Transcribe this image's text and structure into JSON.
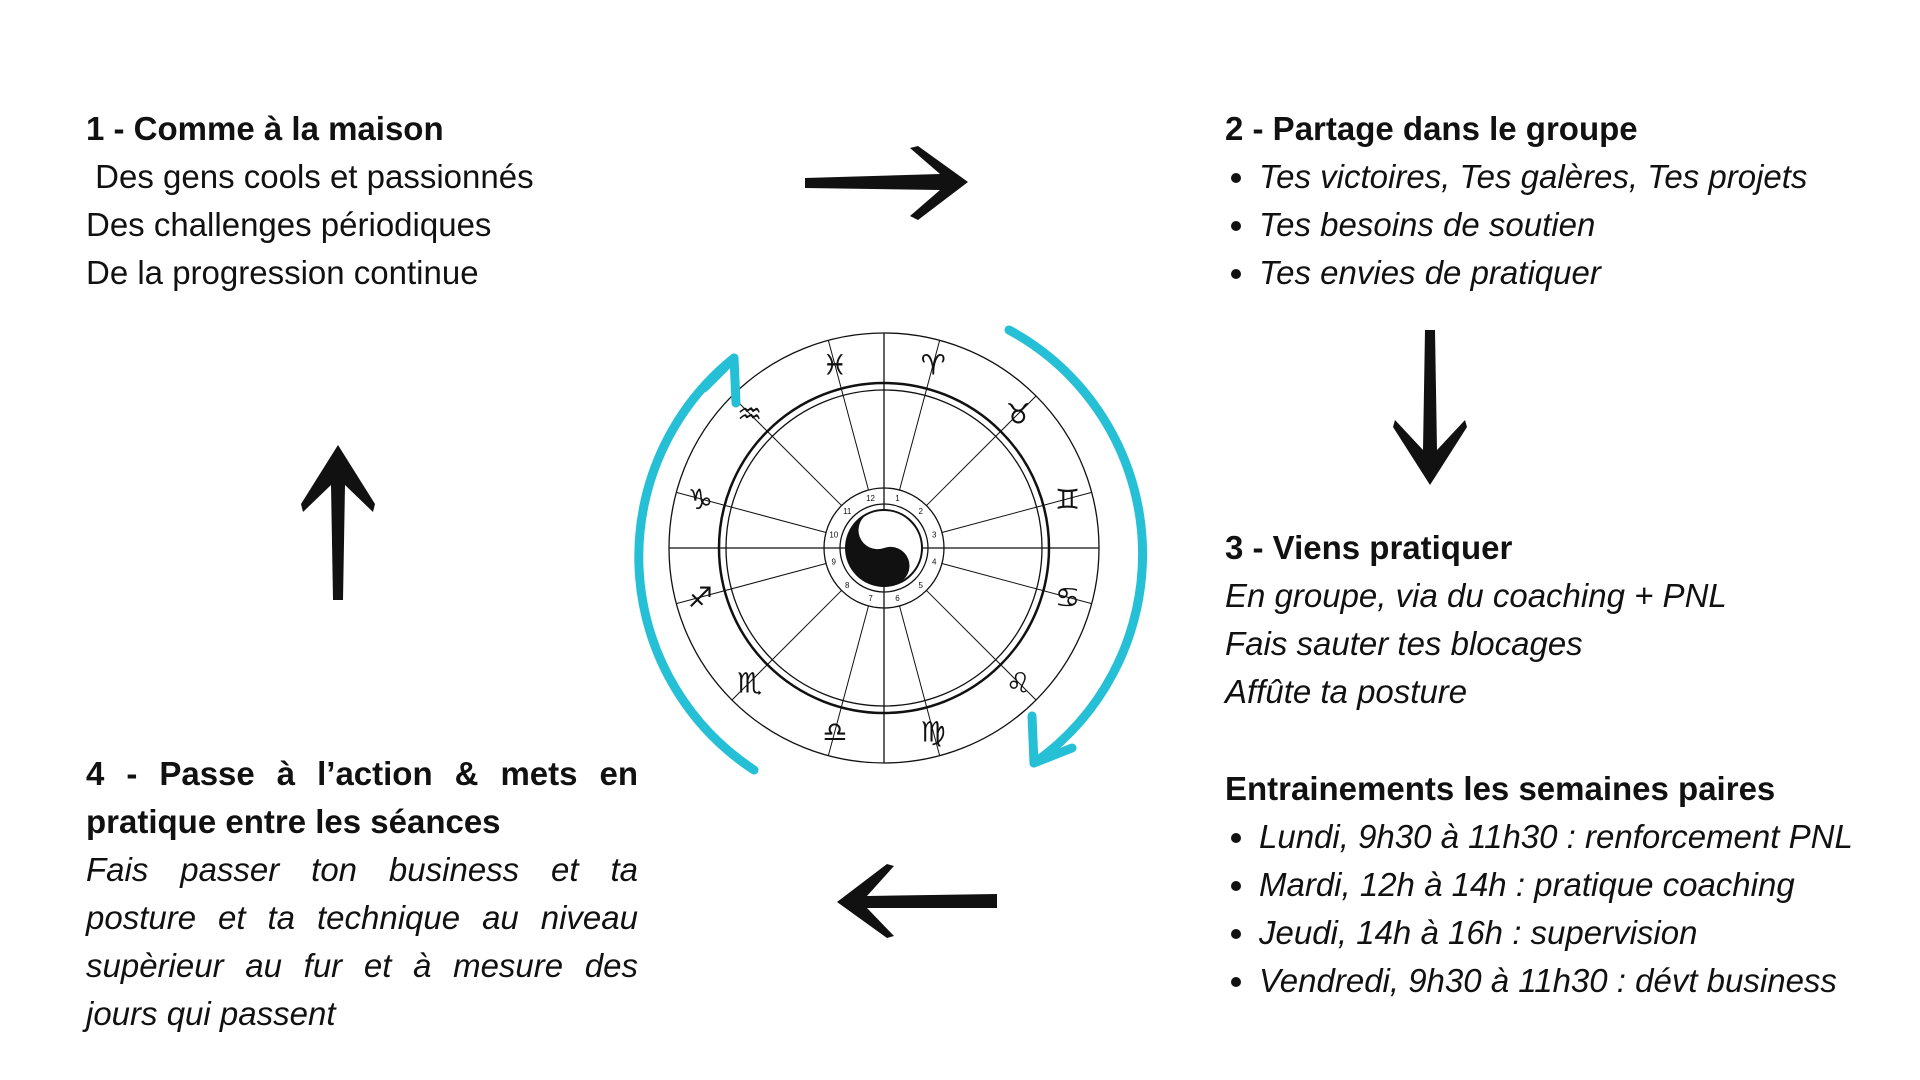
{
  "step1": {
    "title": "1 -  Comme à la maison",
    "lines": [
      " Des gens cools et passionnés",
      "Des challenges périodiques",
      "De la progression continue"
    ]
  },
  "step2": {
    "title": "2 - Partage dans le groupe",
    "bullets": [
      "Tes victoires, Tes galères, Tes projets",
      "Tes besoins de soutien",
      "Tes envies de pratiquer"
    ]
  },
  "step3": {
    "title": "3 - Viens pratiquer",
    "lines": [
      "En groupe, via du coaching + PNL",
      "Fais sauter tes blocages",
      "Affûte ta posture"
    ]
  },
  "schedule": {
    "title": "Entrainements les semaines paires",
    "bullets": [
      "Lundi, 9h30 à 11h30 : renforcement PNL",
      "Mardi, 12h à 14h : pratique coaching",
      "Jeudi, 14h à 16h : supervision",
      "Vendredi, 9h30 à 11h30 : dévt business"
    ]
  },
  "step4": {
    "title": "4 - Passe à l’action & mets en pratique entre les séances",
    "text": "Fais passer ton business et ta posture et ta technique au niveau supèrieur au fur et à mesure des jours qui passent"
  },
  "wheel": {
    "signs": [
      "♈",
      "♉",
      "♊",
      "♋",
      "♌",
      "♍",
      "♎",
      "♏",
      "♐",
      "♑",
      "♒",
      "♓"
    ],
    "houses": [
      "1",
      "2",
      "3",
      "4",
      "5",
      "6",
      "7",
      "8",
      "9",
      "10",
      "11",
      "12"
    ]
  },
  "colors": {
    "accent": "#26c0d6",
    "ink": "#111111"
  }
}
